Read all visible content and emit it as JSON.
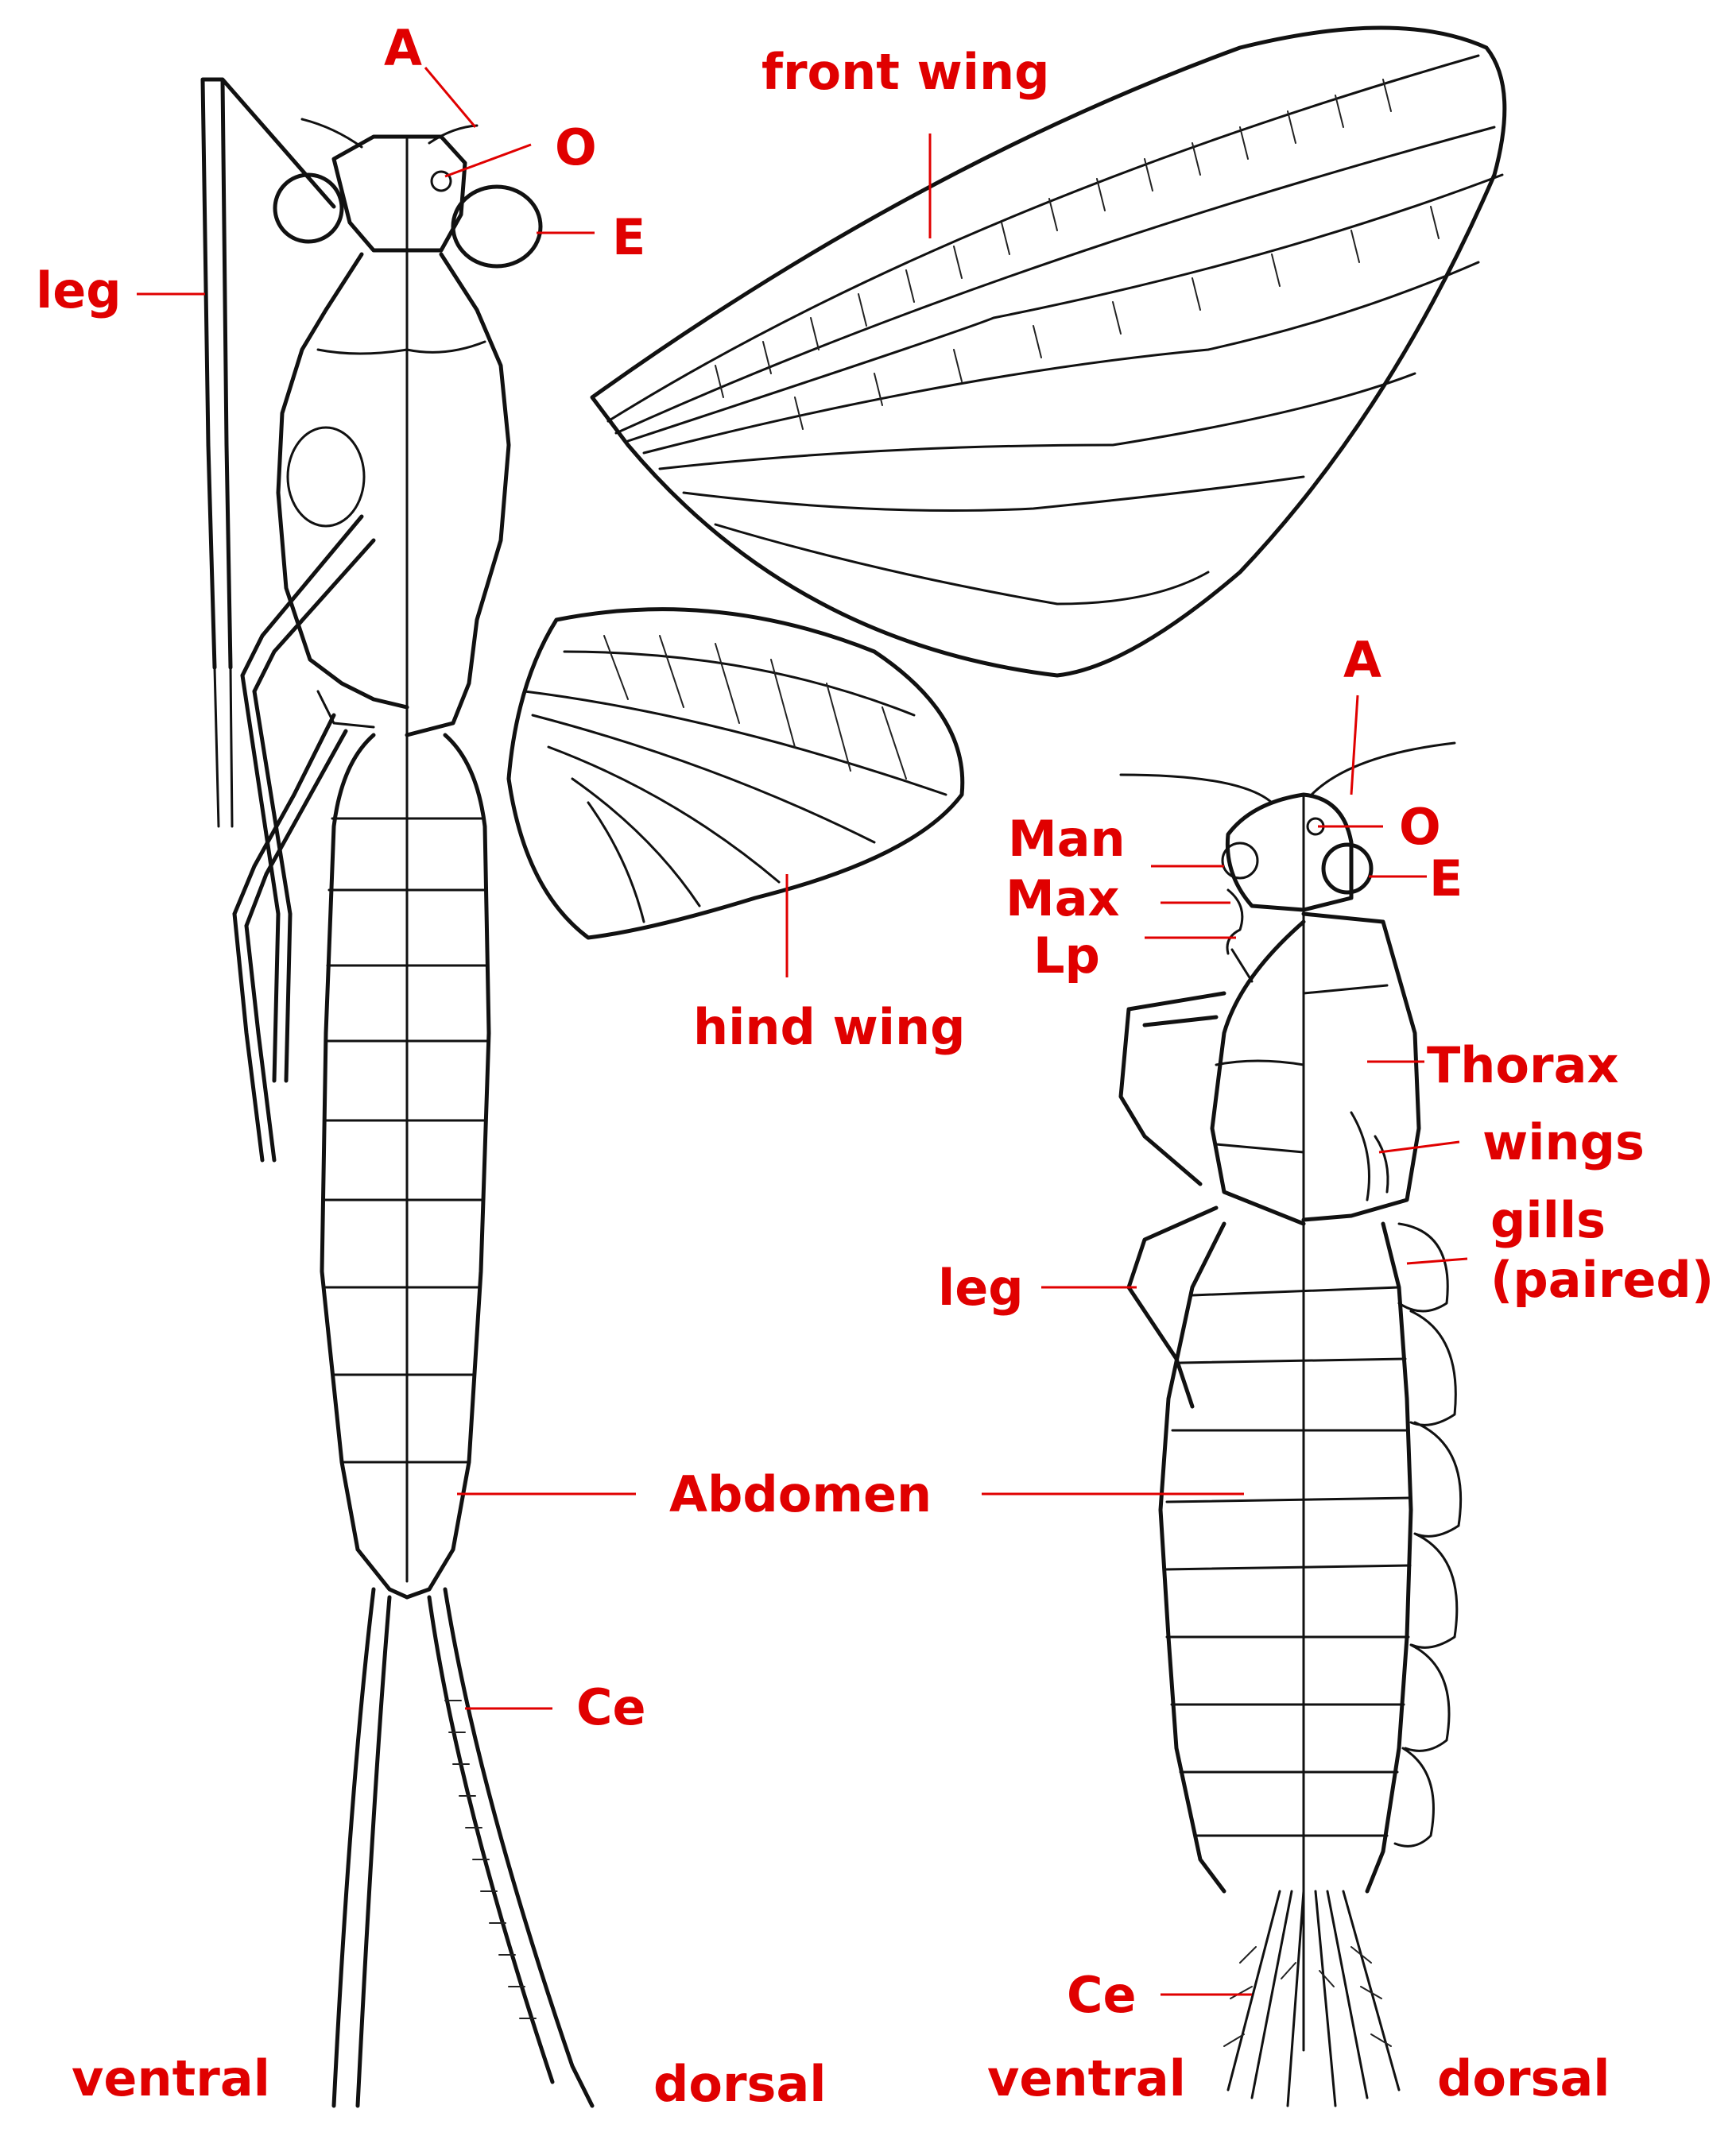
{
  "colors": {
    "label": "#e00000",
    "ink": "#111111",
    "background": "#ffffff"
  },
  "adult": {
    "labels": {
      "antenna": "A",
      "ocelli": "O",
      "eye": "E",
      "leg": "leg",
      "front_wing": "front wing",
      "hind_wing": "hind wing",
      "abdomen": "Abdomen",
      "cerci": "Ce",
      "ventral": "ventral",
      "dorsal": "dorsal"
    }
  },
  "nymph": {
    "labels": {
      "antenna": "A",
      "ocelli": "O",
      "eye": "E",
      "mandible": "Man",
      "maxilla": "Max",
      "labial_palp": "Lp",
      "thorax": "Thorax",
      "wings": "wings",
      "gills_line1": "gills",
      "gills_line2": "(paired)",
      "leg": "leg",
      "cerci": "Ce",
      "ventral": "ventral",
      "dorsal": "dorsal"
    }
  }
}
